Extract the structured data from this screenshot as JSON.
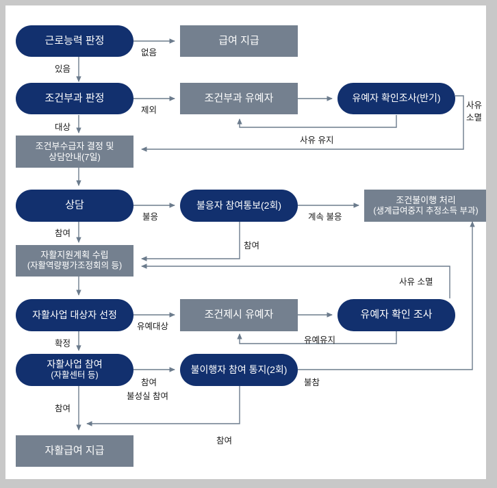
{
  "diagram": {
    "title_present": false,
    "colors": {
      "page_background": "#c8c8c8",
      "canvas_background": "#ffffff",
      "node_navy": "#12306e",
      "node_gray": "#74808f",
      "connector": "#6b7b8c",
      "label_text": "#1a1a1a",
      "node_text": "#ffffff"
    },
    "nodes": [
      {
        "id": "n1",
        "label": "근로능력 판정",
        "shape": "pill"
      },
      {
        "id": "n2",
        "label": "급여 지급",
        "shape": "box"
      },
      {
        "id": "n3",
        "label": "조건부과 판정",
        "shape": "pill"
      },
      {
        "id": "n4",
        "label": "조건부과 유예자",
        "shape": "box"
      },
      {
        "id": "n5",
        "label": "유예자 확인조사(반기)",
        "shape": "pill"
      },
      {
        "id": "n6",
        "label_line1": "조건부수급자 결정 및",
        "label_line2": "상담안내(7일)",
        "shape": "box"
      },
      {
        "id": "n7",
        "label": "상담",
        "shape": "pill"
      },
      {
        "id": "n8",
        "label": "불응자 참여통보(2회)",
        "shape": "pill"
      },
      {
        "id": "n9",
        "label_line1": "조건불이행 처리",
        "label_line2": "(생계급여중지 추정소득 부과)",
        "shape": "box"
      },
      {
        "id": "n10",
        "label_line1": "자활지원계획 수립",
        "label_line2": "(자활역량평가조정회의 등)",
        "shape": "box"
      },
      {
        "id": "n11",
        "label": "자활사업 대상자 선정",
        "shape": "pill"
      },
      {
        "id": "n12",
        "label": "조건제시 유예자",
        "shape": "box"
      },
      {
        "id": "n13",
        "label": "유예자 확인 조사",
        "shape": "pill"
      },
      {
        "id": "n14",
        "label_line1": "자활사업 참여",
        "label_line2": "(자활센터 등)",
        "shape": "pill"
      },
      {
        "id": "n15",
        "label": "불이행자 참여 통지(2회)",
        "shape": "pill"
      },
      {
        "id": "n16",
        "label": "자활급여 지급",
        "shape": "box"
      }
    ],
    "edge_labels": {
      "none_work_ability": "없음",
      "has_work_ability": "있음",
      "excluded": "제외",
      "target": "대상",
      "reason_persists": "사유 유지",
      "reason_gone_line1": "사유",
      "reason_gone_line2": "소멸",
      "non_compliance": "불응",
      "participate_after_counsel": "참여",
      "continued_non_compliance": "계속 불응",
      "participate_from_notice": "참여",
      "deferral_target": "유예대상",
      "confirm": "확정",
      "deferral_maintained": "유예유지",
      "reason_eliminated": "사유 소멸",
      "participate_selfreliance": "참여",
      "insincere_participation": "불성실 참여",
      "absent": "불참",
      "participate_payment": "참여",
      "participate_rejoin": "참여"
    }
  }
}
